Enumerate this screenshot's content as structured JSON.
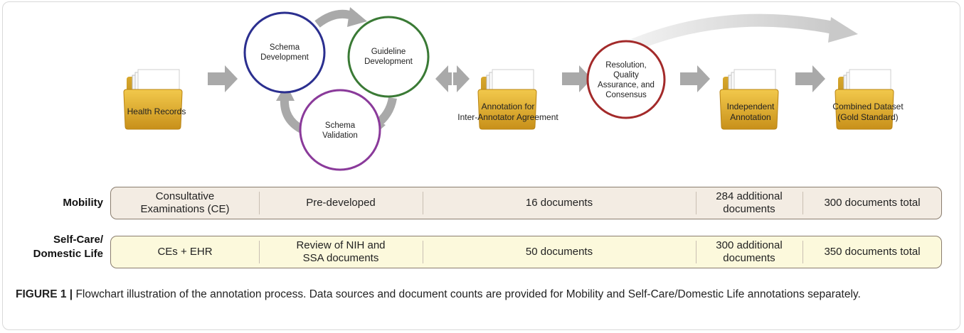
{
  "flow": {
    "health_records": "Health Records",
    "schema_development": "Schema\nDevelopment",
    "guideline_development": "Guideline\nDevelopment",
    "schema_validation": "Schema\nValidation",
    "annotation_iaa": "Annotation for\nInter-Annotator Agreement",
    "resolution": "Resolution,\nQuality\nAssurance, and\nConsensus",
    "independent_annotation": "Independent\nAnnotation",
    "combined_dataset": "Combined Dataset\n(Gold Standard)"
  },
  "colors": {
    "schema_development": "#2b2f8f",
    "guideline_development": "#3a7a35",
    "schema_validation": "#8a3a9a",
    "resolution": "#a32a2a",
    "folder": "#d9a520",
    "arrow": "#a9a9a9",
    "mobility_fill": "#f3ece3",
    "selfcare_fill": "#fcf9dc"
  },
  "rows": [
    {
      "label": "Mobility",
      "cells": [
        "Consultative\nExaminations (CE)",
        "Pre-developed",
        "16 documents",
        "284 additional\ndocuments",
        "300 documents total"
      ]
    },
    {
      "label": "Self-Care/\nDomestic Life",
      "cells": [
        "CEs + EHR",
        "Review of NIH and\nSSA documents",
        "50 documents",
        "300 additional\ndocuments",
        "350 documents total"
      ]
    }
  ],
  "caption": {
    "figure_label": "FIGURE 1 |",
    "text": " Flowchart illustration of the annotation process. Data sources and document counts are provided for Mobility and Self-Care/Domestic Life annotations separately."
  }
}
